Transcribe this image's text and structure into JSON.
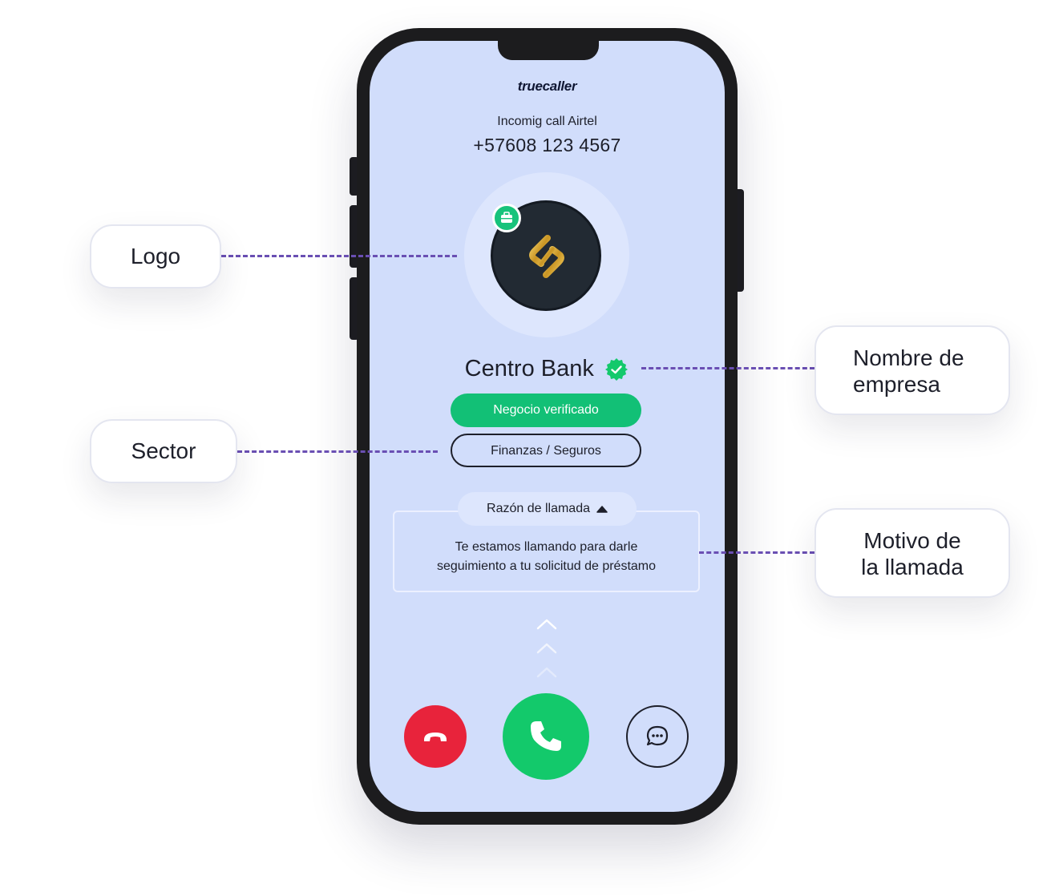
{
  "phone": {
    "app_name": "truecaller",
    "caller_label": "Incomig call Airtel",
    "caller_number": "+57608 123 4567",
    "company_name": "Centro Bank",
    "verified_pill": "Negocio verificado",
    "sector_pill": "Finanzas / Seguros",
    "reason_tab": "Razón de llamada",
    "reason_text_line1": "Te estamos llamando para darle",
    "reason_text_line2": "seguimiento a tu solicitud de préstamo",
    "icons": [
      "business-badge-icon",
      "verified-check-icon",
      "caret-up-icon",
      "swipe-up-chevron-icon",
      "decline-call-icon",
      "accept-call-icon",
      "message-icon"
    ]
  },
  "callouts": {
    "logo": "Logo",
    "sector": "Sector",
    "company_name_line1": "Nombre de",
    "company_name_line2": "empresa",
    "reason_line1": "Motivo de",
    "reason_line2": "la llamada"
  },
  "colors": {
    "screen_bg": "#d1ddfb",
    "verified_green": "#12c076",
    "decline_red": "#e8233b",
    "accept_green": "#13c96b",
    "connector_purple": "#6a4fb3",
    "logo_gold": "#d4a634"
  }
}
